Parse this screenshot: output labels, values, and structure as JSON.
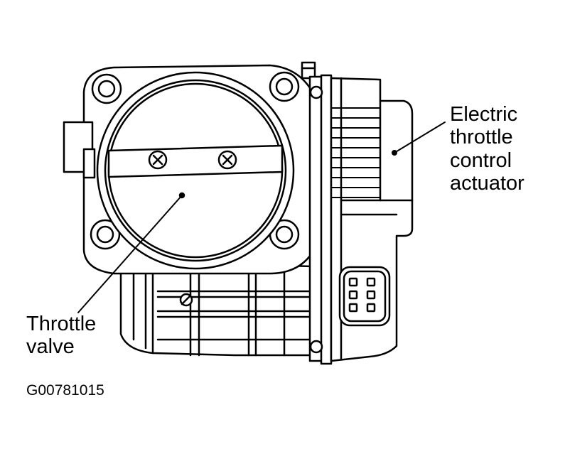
{
  "labels": {
    "actuator": [
      "Electric",
      "throttle",
      "control",
      "actuator"
    ],
    "valve": [
      "Throttle",
      "valve"
    ]
  },
  "figure_id": "G00781015",
  "colors": {
    "ink": "#000000",
    "paper": "#ffffff"
  }
}
